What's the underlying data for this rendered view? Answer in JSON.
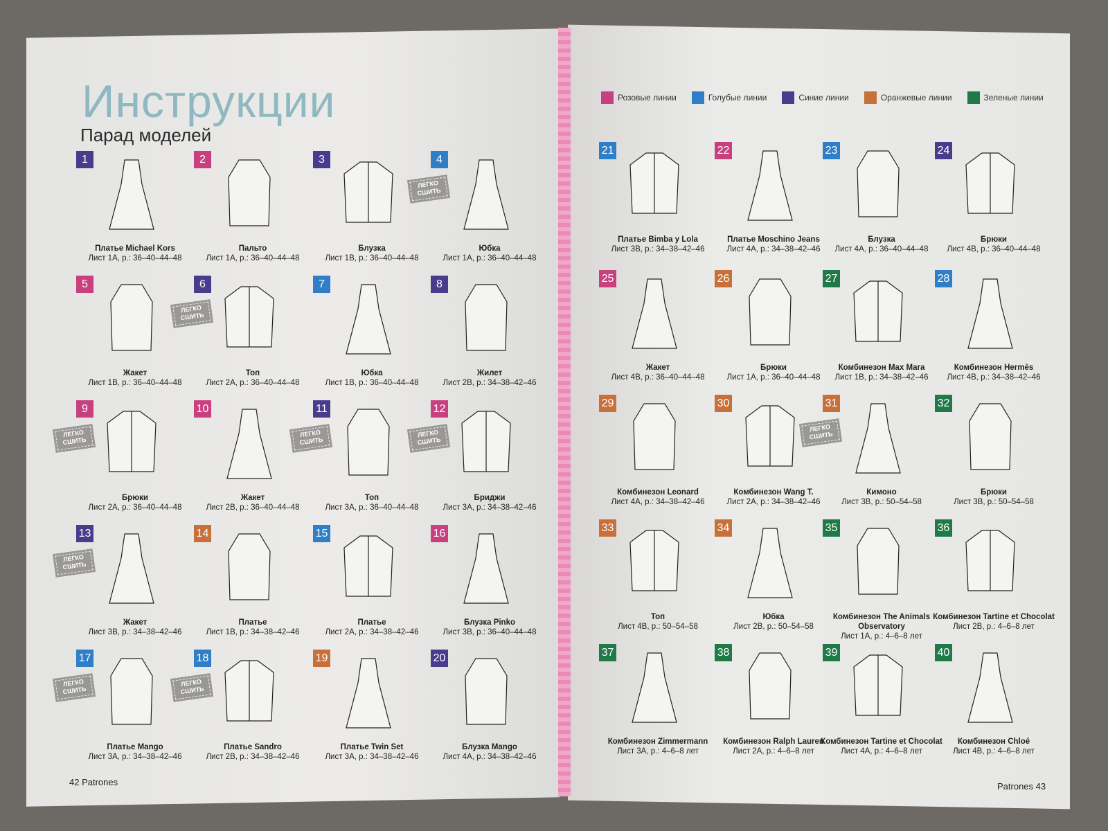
{
  "left_page": {
    "title": "Инструкции",
    "subtitle": "Парад моделей",
    "footer": "42 Patrones"
  },
  "right_page": {
    "footer": "Patrones 43"
  },
  "legend": [
    {
      "label": "Розовые линии",
      "color": "#c8407f"
    },
    {
      "label": "Голубые линии",
      "color": "#2f7ec8"
    },
    {
      "label": "Синие линии",
      "color": "#4a3c8c"
    },
    {
      "label": "Оранжевые линии",
      "color": "#c8703a"
    },
    {
      "label": "Зеленые линии",
      "color": "#1f7a48"
    }
  ],
  "easy_label": "ЛЕГКО СШИТЬ",
  "items": [
    {
      "num": "1",
      "color": "#4a3c8c",
      "name": "Платье Michael Kors",
      "sheet": "Лист 1A, р.: 36–40–44–48",
      "easy": false
    },
    {
      "num": "2",
      "color": "#c8407f",
      "name": "Пальто",
      "sheet": "Лист 1A, р.: 36–40–44–48",
      "easy": false
    },
    {
      "num": "3",
      "color": "#4a3c8c",
      "name": "Блузка",
      "sheet": "Лист 1B, р.: 36–40–44–48",
      "easy": false
    },
    {
      "num": "4",
      "color": "#2f7ec8",
      "name": "Юбка",
      "sheet": "Лист 1A, р.: 36–40–44–48",
      "easy": true
    },
    {
      "num": "5",
      "color": "#c8407f",
      "name": "Жакет",
      "sheet": "Лист 1B, р.: 36–40–44–48",
      "easy": false
    },
    {
      "num": "6",
      "color": "#4a3c8c",
      "name": "Топ",
      "sheet": "Лист 2A, р.: 36–40–44–48",
      "easy": true
    },
    {
      "num": "7",
      "color": "#2f7ec8",
      "name": "Юбка",
      "sheet": "Лист 1B, р.: 36–40–44–48",
      "easy": false
    },
    {
      "num": "8",
      "color": "#4a3c8c",
      "name": "Жилет",
      "sheet": "Лист 2B, р.: 34–38–42–46",
      "easy": false
    },
    {
      "num": "9",
      "color": "#c8407f",
      "name": "Брюки",
      "sheet": "Лист 2A, р.: 36–40–44–48",
      "easy": true
    },
    {
      "num": "10",
      "color": "#c8407f",
      "name": "Жакет",
      "sheet": "Лист 2B, р.: 36–40–44–48",
      "easy": false
    },
    {
      "num": "11",
      "color": "#4a3c8c",
      "name": "Топ",
      "sheet": "Лист 3A, р.: 36–40–44–48",
      "easy": true
    },
    {
      "num": "12",
      "color": "#c8407f",
      "name": "Бриджи",
      "sheet": "Лист 3A, р.: 34–38–42–46",
      "easy": true
    },
    {
      "num": "13",
      "color": "#4a3c8c",
      "name": "Жакет",
      "sheet": "Лист 3B, р.: 34–38–42–46",
      "easy": true
    },
    {
      "num": "14",
      "color": "#c8703a",
      "name": "Платье",
      "sheet": "Лист 1B, р.: 34–38–42–46",
      "easy": false
    },
    {
      "num": "15",
      "color": "#2f7ec8",
      "name": "Платье",
      "sheet": "Лист 2A, р.: 34–38–42–46",
      "easy": false
    },
    {
      "num": "16",
      "color": "#c8407f",
      "name": "Блузка Pinko",
      "sheet": "Лист 3B, р.: 36–40–44–48",
      "easy": false
    },
    {
      "num": "17",
      "color": "#2f7ec8",
      "name": "Платье Mango",
      "sheet": "Лист 3A, р.: 34–38–42–46",
      "easy": true
    },
    {
      "num": "18",
      "color": "#2f7ec8",
      "name": "Платье Sandro",
      "sheet": "Лист 2B, р.: 34–38–42–46",
      "easy": true
    },
    {
      "num": "19",
      "color": "#c8703a",
      "name": "Платье Twin Set",
      "sheet": "Лист 3A, р.: 34–38–42–46",
      "easy": false
    },
    {
      "num": "20",
      "color": "#4a3c8c",
      "name": "Блузка Mango",
      "sheet": "Лист 4A, р.: 34–38–42–46",
      "easy": false
    },
    {
      "num": "21",
      "color": "#2f7ec8",
      "name": "Платье Bimba y Lola",
      "sheet": "Лист 3B, р.: 34–38–42–46",
      "easy": false
    },
    {
      "num": "22",
      "color": "#c8407f",
      "name": "Платье Moschino Jeans",
      "sheet": "Лист 4A, р.: 34–38–42–46",
      "easy": false
    },
    {
      "num": "23",
      "color": "#2f7ec8",
      "name": "Блузка",
      "sheet": "Лист 4A, р.: 36–40–44–48",
      "easy": false
    },
    {
      "num": "24",
      "color": "#4a3c8c",
      "name": "Брюки",
      "sheet": "Лист 4B, р.: 36–40–44–48",
      "easy": false
    },
    {
      "num": "25",
      "color": "#c8407f",
      "name": "Жакет",
      "sheet": "Лист 4B, р.: 36–40–44–48",
      "easy": false
    },
    {
      "num": "26",
      "color": "#c8703a",
      "name": "Брюки",
      "sheet": "Лист 1A, р.: 36–40–44–48",
      "easy": false
    },
    {
      "num": "27",
      "color": "#1f7a48",
      "name": "Комбинезон Max Mara",
      "sheet": "Лист 1B, р.: 34–38–42–46",
      "easy": false
    },
    {
      "num": "28",
      "color": "#2f7ec8",
      "name": "Комбинезон Hermès",
      "sheet": "Лист 4B, р.: 34–38–42–46",
      "easy": false
    },
    {
      "num": "29",
      "color": "#c8703a",
      "name": "Комбинезон Leonard",
      "sheet": "Лист 4A, р.: 34–38–42–46",
      "easy": false
    },
    {
      "num": "30",
      "color": "#c8703a",
      "name": "Комбинезон Wang T.",
      "sheet": "Лист 2A, р.: 34–38–42–46",
      "easy": false
    },
    {
      "num": "31",
      "color": "#c8703a",
      "name": "Кимоно",
      "sheet": "Лист 3B, р.: 50–54–58",
      "easy": true
    },
    {
      "num": "32",
      "color": "#1f7a48",
      "name": "Брюки",
      "sheet": "Лист 3B, р.: 50–54–58",
      "easy": false
    },
    {
      "num": "33",
      "color": "#c8703a",
      "name": "Топ",
      "sheet": "Лист 4B, р.: 50–54–58",
      "easy": false
    },
    {
      "num": "34",
      "color": "#c8703a",
      "name": "Юбка",
      "sheet": "Лист 2B, р.: 50–54–58",
      "easy": false
    },
    {
      "num": "35",
      "color": "#1f7a48",
      "name": "Комбинезон The Animals Observatory",
      "sheet": "Лист 1A, р.: 4–6–8 лет",
      "easy": false
    },
    {
      "num": "36",
      "color": "#1f7a48",
      "name": "Комбинезон Tartine et Chocolat",
      "sheet": "Лист 2B, р.: 4–6–8 лет",
      "easy": false
    },
    {
      "num": "37",
      "color": "#1f7a48",
      "name": "Комбинезон Zimmermann",
      "sheet": "Лист 3A, р.: 4–6–8 лет",
      "easy": false
    },
    {
      "num": "38",
      "color": "#1f7a48",
      "name": "Комбинезон Ralph Lauren",
      "sheet": "Лист 2A, р.: 4–6–8 лет",
      "easy": false
    },
    {
      "num": "39",
      "color": "#1f7a48",
      "name": "Комбинезон Tartine et Chocolat",
      "sheet": "Лист 4A, р.: 4–6–8 лет",
      "easy": false
    },
    {
      "num": "40",
      "color": "#1f7a48",
      "name": "Комбинезон Chloé",
      "sheet": "Лист 4B, р.: 4–6–8 лет",
      "easy": false
    }
  ]
}
